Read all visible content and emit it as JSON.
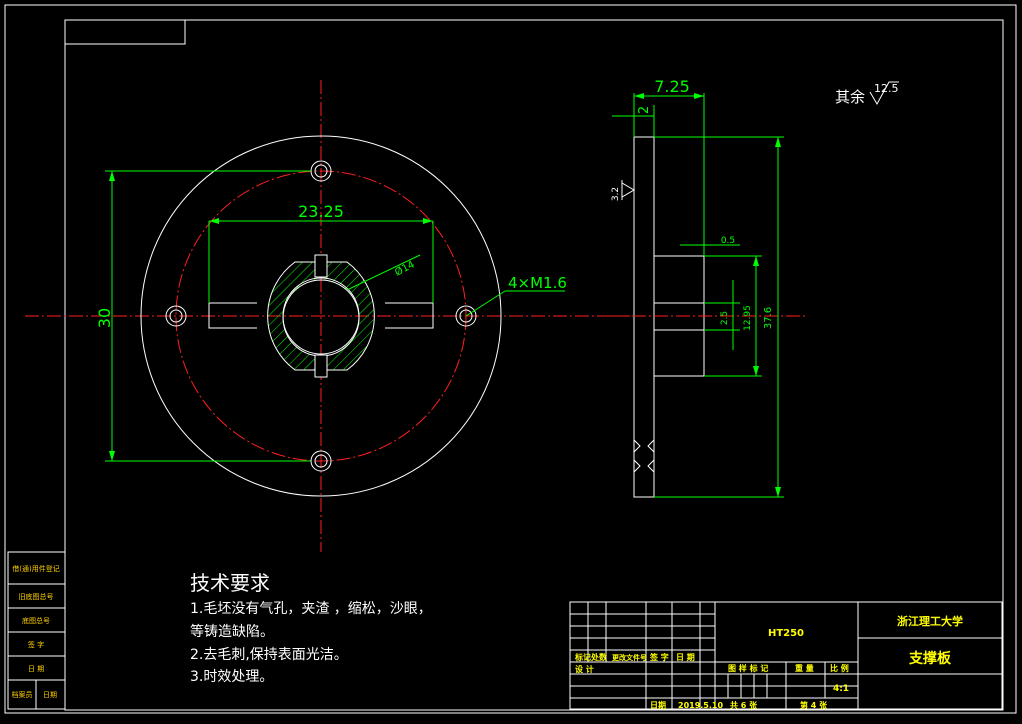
{
  "dims": {
    "front_width": "23.25",
    "front_height": "30",
    "bore": "Ø14",
    "holes": "4×M1.6",
    "side_thickness": "7.25",
    "side_step": "2",
    "side_05": "0.5",
    "side_25": "2.5",
    "side_1295": "12.95",
    "side_total": "37.6"
  },
  "roughness": {
    "other_label": "其余",
    "other_value": "12.5",
    "face_value": "3.2"
  },
  "tech": {
    "title": "技术要求",
    "items": [
      "1.毛坯没有气孔，夹渣 ，缩松，沙眼，",
      "等铸造缺陷。",
      "2.去毛刺,保持表面光洁。",
      "3.时效处理。"
    ]
  },
  "titleblock": {
    "material": "HT250",
    "school": "浙江理工大学",
    "part_name": "支撑板",
    "scale": "4:1",
    "date_label": "日期",
    "date": "2019.5.10",
    "total_sheets": "共 6 张",
    "sheet_no": "第 4 张",
    "header_cells": [
      "标记",
      "处数",
      "更改文件号",
      "签 字",
      "日 期"
    ],
    "stage_labels": [
      "图 样 标 记",
      "重 量",
      "比 例"
    ],
    "design_label": "设 计"
  },
  "sidebar": {
    "cells": [
      "借(通)用件登记",
      "旧底图总号",
      "底图总号",
      "签 字",
      "日 期"
    ],
    "bottom": [
      "档案员",
      "日期"
    ]
  }
}
